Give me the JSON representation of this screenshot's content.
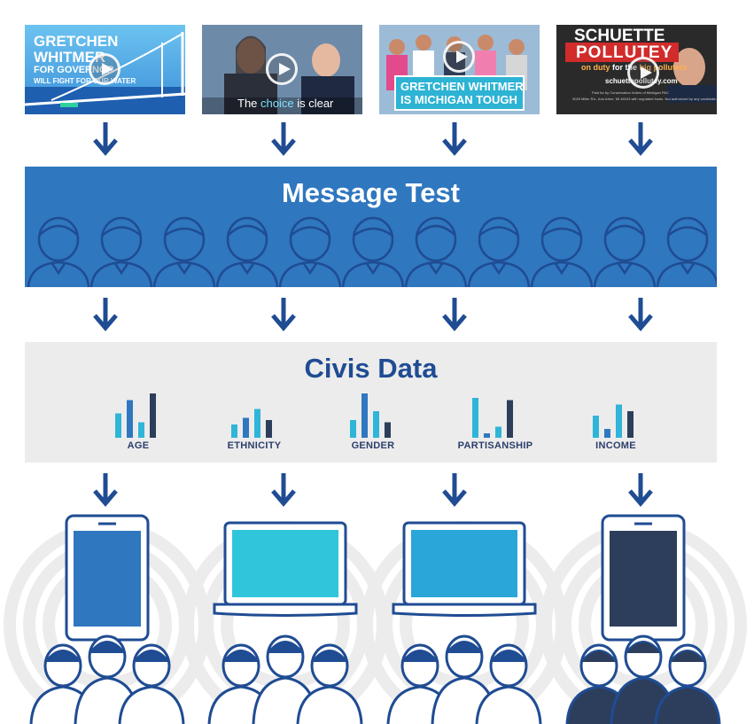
{
  "ads": [
    {
      "line1": "GRETCHEN",
      "line2": "WHITMER",
      "line3": "FOR GOVERNOR",
      "line4": "WILL FIGHT FOR OUR WATER",
      "icon": "play-icon"
    },
    {
      "caption_pre": "The ",
      "caption_em": "choice",
      "caption_post": " is clear",
      "icon": "play-icon"
    },
    {
      "line1": "GRETCHEN WHITMER",
      "line2": "IS MICHIGAN TOUGH",
      "icon": "play-icon"
    },
    {
      "line1": "SCHUETTE",
      "line2": "POLLUTEY",
      "line3_pre": "on duty ",
      "line3_mid": "for the ",
      "line3_em": "big polluters",
      "url": "schuettepollutey.com",
      "fine1": "Paid for by Conservation Voters of Michigan PAC",
      "fine2": "3029 Miller Rd., Ann Arbor, MI 48103 with regulated funds. Not authorized by any candidate.",
      "icon": "play-icon"
    }
  ],
  "message_test": {
    "title": "Message Test",
    "color": "#2f77bf"
  },
  "civis": {
    "title": "Civis Data",
    "metrics": [
      {
        "label": "AGE",
        "bars": [
          0.55,
          0.85,
          0.35,
          1.0
        ]
      },
      {
        "label": "ETHNICITY",
        "bars": [
          0.3,
          0.45,
          0.65,
          0.4
        ]
      },
      {
        "label": "GENDER",
        "bars": [
          0.4,
          1.0,
          0.6,
          0.35
        ]
      },
      {
        "label": "PARTISANSHIP",
        "bars": [
          0.9,
          0.1,
          0.25,
          0.85
        ]
      },
      {
        "label": "INCOME",
        "bars": [
          0.5,
          0.2,
          0.75,
          0.6
        ]
      }
    ]
  },
  "colors": {
    "navy": "#1f4c93",
    "dark": "#2c3e5b",
    "teal": "#2fb5d8",
    "blue": "#2f77bf",
    "grey": "#ececec"
  },
  "devices": [
    {
      "type": "phone",
      "screen": "#2f77bf"
    },
    {
      "type": "laptop",
      "screen": "#2fc6dc"
    },
    {
      "type": "laptop",
      "screen": "#2aa6d8"
    },
    {
      "type": "phone",
      "screen": "#2c3e5b"
    }
  ]
}
